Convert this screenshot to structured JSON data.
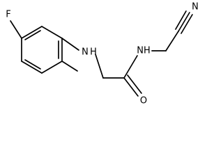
{
  "atoms": {
    "fluorine": "F",
    "amine_n": "N",
    "amine_h": "H",
    "amide_nh": "NH",
    "carbonyl_o": "O",
    "nitrile_n": "N"
  },
  "colors": {
    "bond": "#000000",
    "label": "#000000",
    "background": "#ffffff"
  }
}
